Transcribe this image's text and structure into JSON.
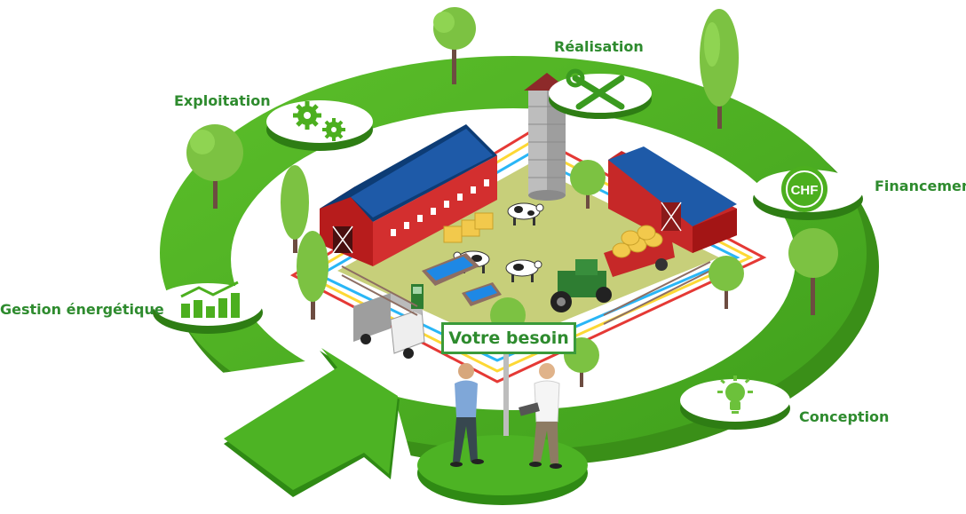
{
  "diagram": {
    "center_label": "Votre besoin",
    "steps": [
      {
        "label": "Réalisation",
        "icon": "wrench-screwdriver-icon"
      },
      {
        "label": "Financement",
        "icon": "chf-coin-icon"
      },
      {
        "label": "Conception",
        "icon": "lightbulb-icon"
      },
      {
        "label": "Gestion énergétique",
        "icon": "bar-chart-icon"
      },
      {
        "label": "Exploitation",
        "icon": "gears-icon"
      }
    ],
    "coin_text": "CHF",
    "colors": {
      "ring": "#4caf1f",
      "ring_dark": "#2e7d14",
      "label": "#2e8b2e",
      "barn": "#c62828",
      "solar": "#1e4d8c",
      "grass": "#c7cf7a"
    }
  }
}
